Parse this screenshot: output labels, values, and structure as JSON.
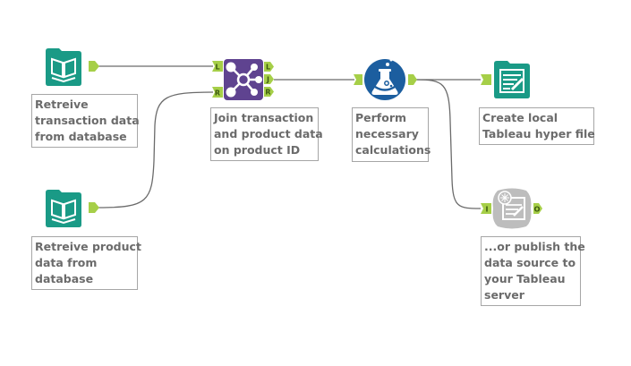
{
  "workflow": {
    "colors": {
      "input_tool": "#1a9a86",
      "join_tool": "#5f4390",
      "formula_tool": "#1c5e9f",
      "output_tool": "#1a9a86",
      "publish_tool": "#bdbdbd",
      "anchor": "#a6cf48",
      "connection": "#6b6b6b",
      "annotation_text": "#6b6b6b",
      "annotation_border": "#a6a6a6"
    },
    "tools": [
      {
        "id": "input-transactions",
        "icon": "book-icon",
        "annotation": [
          "Retreive",
          "transaction data",
          "from database"
        ]
      },
      {
        "id": "input-products",
        "icon": "book-icon",
        "annotation": [
          "Retreive product",
          "data from",
          "database"
        ]
      },
      {
        "id": "join",
        "icon": "join-hub-icon",
        "input_anchors": [
          "L",
          "R"
        ],
        "output_anchors": [
          "L",
          "J",
          "R"
        ],
        "annotation": [
          "Join transaction",
          "and product data",
          "on product ID"
        ]
      },
      {
        "id": "formula",
        "icon": "flask-icon",
        "annotation": [
          "Perform",
          "necessary",
          "calculations"
        ]
      },
      {
        "id": "output-hyper",
        "icon": "notepad-icon",
        "annotation": [
          "Create local",
          "Tableau hyper file"
        ]
      },
      {
        "id": "publish-tableau",
        "icon": "publish-server-icon",
        "input_anchors": [
          "I"
        ],
        "output_anchors": [
          "O"
        ],
        "annotation": [
          "...or publish the",
          "data source to",
          "your Tableau",
          "server"
        ]
      }
    ]
  }
}
